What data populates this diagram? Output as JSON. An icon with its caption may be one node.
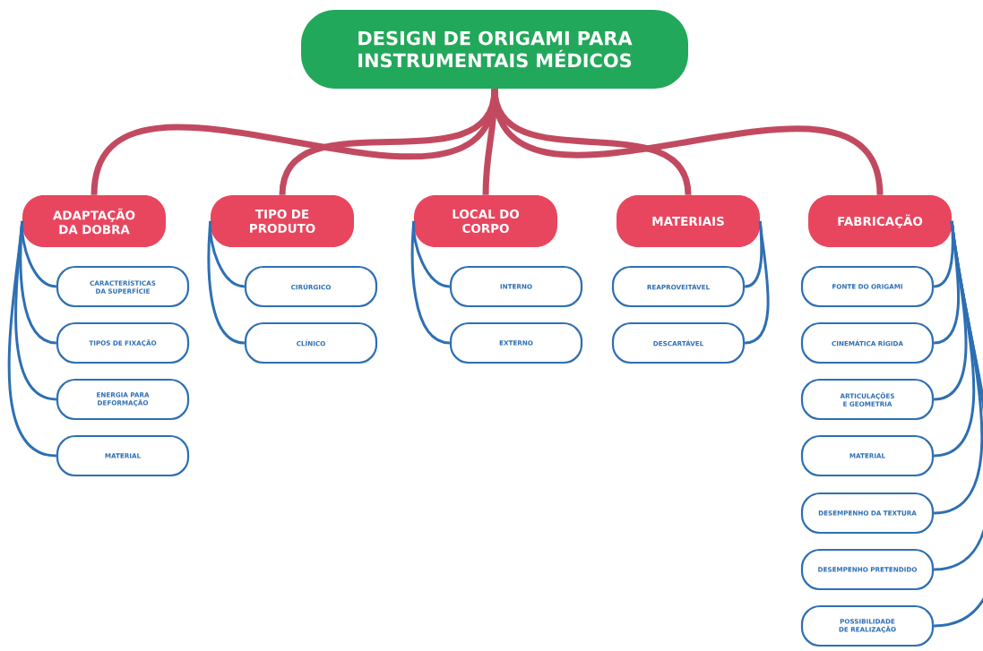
{
  "diagram": {
    "nodes": [
      {
        "text": [
          "DESIGN DE ORIGAMI PARA INSTRUMENTAIS MÉDICOS"
        ]
      },
      {
        "text": [
          "ADAPTAÇÃO DA DOBRA"
        ]
      },
      {
        "text": [
          "TIPO DE PRODUTO"
        ]
      },
      {
        "text": [
          "LOCAL DO CORPO"
        ]
      },
      {
        "text": [
          "MATERIAIS"
        ]
      },
      {
        "text": [
          "FABRICAÇÃO"
        ]
      },
      {
        "text": [
          "CARACTERÍSTICAS DA SUPERFÍCIE"
        ]
      },
      {
        "text": [
          "TIPOS DE FIXAÇÃO"
        ]
      },
      {
        "text": [
          "ENERGIA PARA DEFORMAÇÃO"
        ]
      },
      {
        "text": [
          "MATERIAL"
        ]
      },
      {
        "text": [
          "CIRÚRGICO"
        ]
      },
      {
        "text": [
          "CLÍNICO"
        ]
      },
      {
        "text": [
          "INTERNO"
        ]
      },
      {
        "text": [
          "EXTERNO"
        ]
      },
      {
        "text": [
          "REAPROVEITÁVEL"
        ]
      },
      {
        "text": [
          "DESCARTÁVEL"
        ]
      },
      {
        "text": [
          "FONTE DO ORIGAMI"
        ]
      },
      {
        "text": [
          "CINEMÁTICA RÍGIDA"
        ]
      },
      {
        "text": [
          "ARTICULAÇÕES E GEOMETRIA"
        ]
      },
      {
        "text": [
          "MATERIAL"
        ]
      },
      {
        "text": [
          "DESEMPENHO DA TEXTURA"
        ]
      },
      {
        "text": [
          "DESEMPENHO PRETENDIDO"
        ]
      },
      {
        "text": [
          "POSSIBILIDADE DE REALIZAÇÃO"
        ]
      }
    ],
    "edges": [
      {
        "from": 0,
        "to": 1,
        "arrow": "none",
        "style": "thick",
        "color": "#c24a60"
      },
      {
        "from": 0,
        "to": 2,
        "arrow": "none",
        "style": "thick",
        "color": "#c24a60"
      },
      {
        "from": 0,
        "to": 3,
        "arrow": "none",
        "style": "thick",
        "color": "#c24a60"
      },
      {
        "from": 0,
        "to": 4,
        "arrow": "none",
        "style": "thick",
        "color": "#c24a60"
      },
      {
        "from": 0,
        "to": 5,
        "arrow": "none",
        "style": "thick",
        "color": "#c24a60"
      },
      {
        "from": 1,
        "to": 6,
        "arrow": "none"
      },
      {
        "from": 1,
        "to": 7,
        "arrow": "none"
      },
      {
        "from": 1,
        "to": 8,
        "arrow": "none"
      },
      {
        "from": 1,
        "to": 9,
        "arrow": "none"
      },
      {
        "from": 2,
        "to": 10,
        "arrow": "none"
      },
      {
        "from": 2,
        "to": 11,
        "arrow": "none"
      },
      {
        "from": 3,
        "to": 12,
        "arrow": "none"
      },
      {
        "from": 3,
        "to": 13,
        "arrow": "none"
      },
      {
        "from": 4,
        "to": 14,
        "arrow": "none"
      },
      {
        "from": 4,
        "to": 15,
        "arrow": "none"
      },
      {
        "from": 5,
        "to": 16,
        "arrow": "none"
      },
      {
        "from": 5,
        "to": 17,
        "arrow": "none"
      },
      {
        "from": 5,
        "to": 18,
        "arrow": "none"
      },
      {
        "from": 5,
        "to": 19,
        "arrow": "none"
      },
      {
        "from": 5,
        "to": 20,
        "arrow": "none"
      },
      {
        "from": 5,
        "to": 21,
        "arrow": "none"
      },
      {
        "from": 5,
        "to": 22,
        "arrow": "none"
      }
    ]
  }
}
